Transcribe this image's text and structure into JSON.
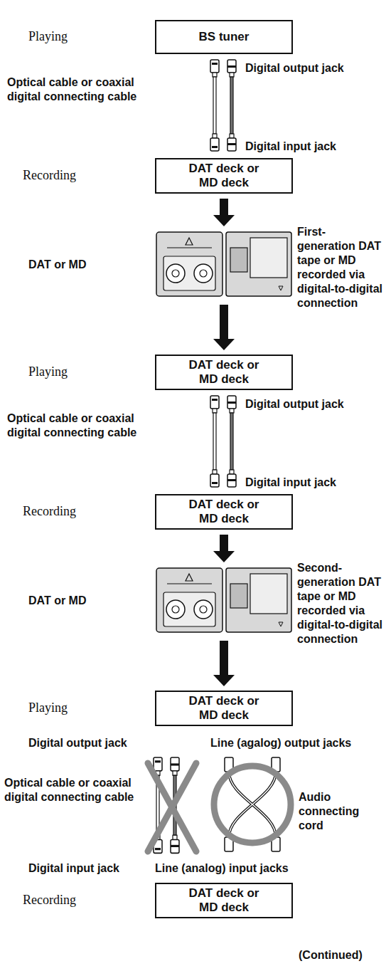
{
  "diagram": {
    "nodes": [
      {
        "text": [
          "BS tuner"
        ]
      },
      {
        "text": [
          "DAT deck or MD deck"
        ]
      },
      {
        "text": [
          "DAT deck or MD deck"
        ]
      },
      {
        "text": [
          "DAT deck or MD deck"
        ]
      },
      {
        "text": [
          "DAT deck or MD deck"
        ]
      },
      {
        "text": [
          "DAT deck or MD deck"
        ]
      }
    ],
    "edges": [
      {
        "from": 1,
        "to": 2,
        "arrow": "to"
      },
      {
        "from": 3,
        "to": 4,
        "arrow": "to"
      }
    ],
    "labels": [
      "Playing",
      "Optical cable or coaxial digital connecting cable",
      "Digital output jack",
      "Digital input jack",
      "Recording",
      "DAT or MD",
      "First-generation DAT tape or MD recorded via digital-to-digital connection",
      "Playing",
      "Optical cable or coaxial digital connecting cable",
      "Digital output jack",
      "Digital input jack",
      "Recording",
      "DAT or MD",
      "Second-generation DAT tape or MD recorded via digital-to-digital connection",
      "Playing",
      "Digital output jack",
      "Line (agalog) output jacks",
      "Optical cable or coaxial digital connecting cable",
      "Audio connecting cord",
      "Digital input jack",
      "Line (analog) input jacks",
      "Recording",
      "(Continued)"
    ]
  }
}
